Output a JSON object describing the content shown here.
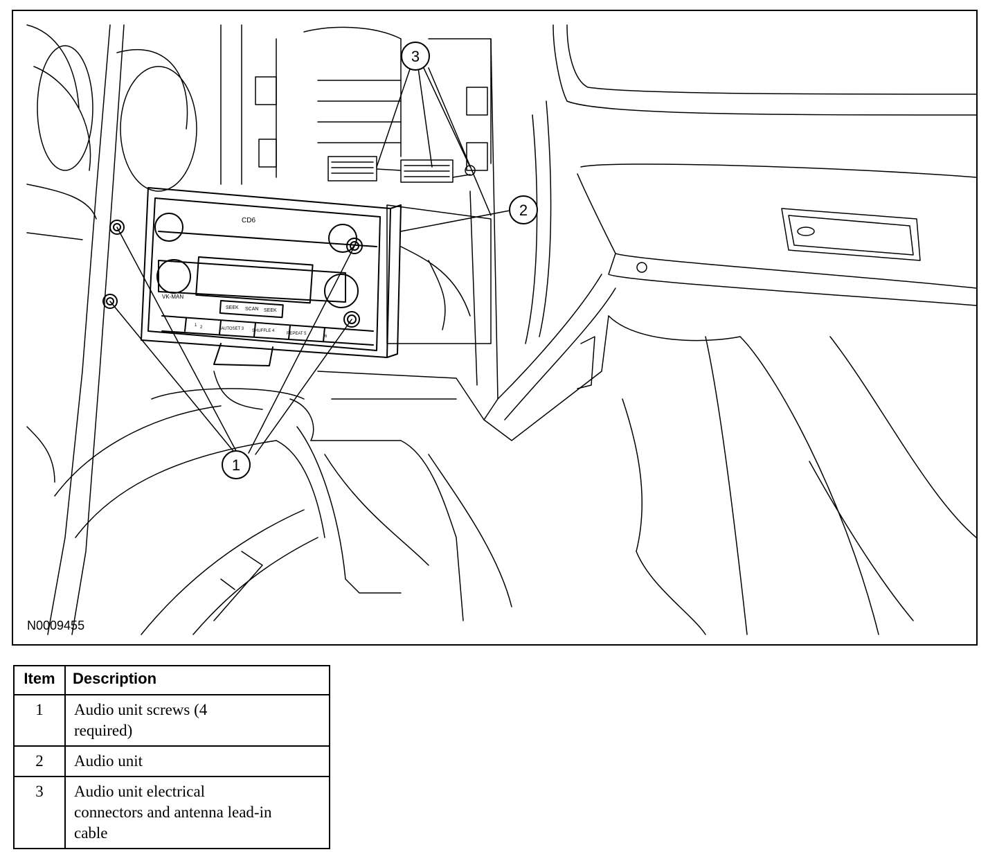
{
  "figure": {
    "id_label": "N0009455",
    "callouts": [
      "1",
      "2",
      "3"
    ],
    "radio": {
      "display_label": "CD6",
      "model_label": "VK-MAN",
      "center_buttons": [
        "SEEK",
        "SCAN",
        "SEEK"
      ],
      "preset_buttons": [
        "1",
        "2",
        "AUTOSET 3",
        "SHUFFLE 4",
        "REPEAT 5",
        "6"
      ]
    }
  },
  "legend": {
    "headers": {
      "item": "Item",
      "description": "Description"
    },
    "rows": [
      {
        "item": "1",
        "description": "Audio unit screws (4 required)"
      },
      {
        "item": "2",
        "description": "Audio unit"
      },
      {
        "item": "3",
        "description": "Audio unit electrical connectors and antenna lead-in cable"
      }
    ]
  }
}
